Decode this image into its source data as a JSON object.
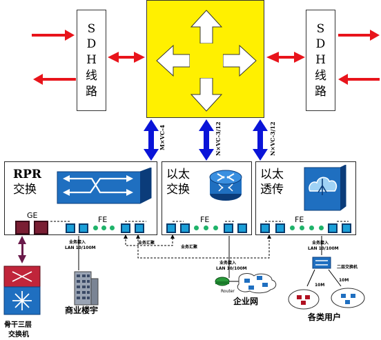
{
  "sdh_left": {
    "chars": [
      "S",
      "D",
      "H",
      "线",
      "路"
    ]
  },
  "sdh_right": {
    "chars": [
      "S",
      "D",
      "H",
      "线",
      "路"
    ]
  },
  "link_labels": {
    "vc4": "M×VC-4",
    "vc3_mid": "N×VC-3/12",
    "vc3_right": "N×VC-3/12"
  },
  "rpr": {
    "title_line1": "RPR",
    "title_line2": "交换",
    "ge": "GE",
    "fe": "FE"
  },
  "ethsw": {
    "title_line1": "以太",
    "title_line2": "交换",
    "fe": "FE"
  },
  "ethtr": {
    "title_line1": "以太",
    "title_line2": "透传",
    "fe": "FE"
  },
  "notes": {
    "lan_left_1": "业务接入",
    "lan_left_2": "LAN 10/100M",
    "cascade_1": "业务汇聚",
    "cascade_2": "业务汇聚",
    "lan_mid_1": "业务接入",
    "lan_mid_2": "LAN 10/100M",
    "lan_right_1": "业务接入",
    "lan_right_2": "LAN 10/100M",
    "l2switch": "二层交换机",
    "bw1": "10M",
    "bw2": "10M",
    "router": "Router"
  },
  "captions": {
    "core_switch_1": "骨干三层",
    "core_switch_2": "交换机",
    "building": "商业楼宇",
    "enterprise": "企业网",
    "users": "各类用户"
  },
  "colors": {
    "arrow_red": "#e8141b",
    "arrow_blue": "#0a14d8",
    "switch_yellow": "#fff000",
    "port_blue": "#1b9fd8",
    "dot_green": "#1fb36a",
    "ge_port": "#7a1e33"
  }
}
